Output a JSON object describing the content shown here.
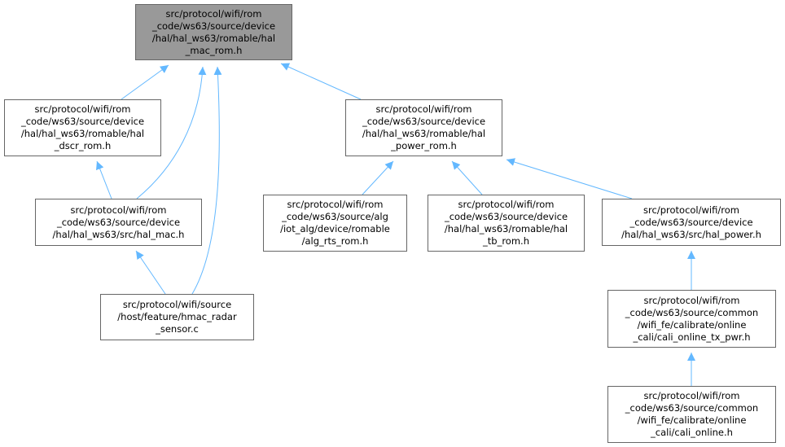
{
  "colors": {
    "edge": "#63b8ff",
    "node_border": "#666666",
    "root_fill": "#999999",
    "node_fill": "#ffffff"
  },
  "nodes": {
    "root": {
      "lines": [
        "src/protocol/wifi/rom",
        "_code/ws63/source/device",
        "/hal/hal_ws63/romable/hal",
        "_mac_rom.h"
      ]
    },
    "dscr": {
      "lines": [
        "src/protocol/wifi/rom",
        "_code/ws63/source/device",
        "/hal/hal_ws63/romable/hal",
        "_dscr_rom.h"
      ]
    },
    "power_rom": {
      "lines": [
        "src/protocol/wifi/rom",
        "_code/ws63/source/device",
        "/hal/hal_ws63/romable/hal",
        "_power_rom.h"
      ]
    },
    "hal_mac": {
      "lines": [
        "src/protocol/wifi/rom",
        "_code/ws63/source/device",
        "/hal/hal_ws63/src/hal_mac.h"
      ]
    },
    "alg_rts": {
      "lines": [
        "src/protocol/wifi/rom",
        "_code/ws63/source/alg",
        "/iot_alg/device/romable",
        "/alg_rts_rom.h"
      ]
    },
    "tb_rom": {
      "lines": [
        "src/protocol/wifi/rom",
        "_code/ws63/source/device",
        "/hal/hal_ws63/romable/hal",
        "_tb_rom.h"
      ]
    },
    "hal_power": {
      "lines": [
        "src/protocol/wifi/rom",
        "_code/ws63/source/device",
        "/hal/hal_ws63/src/hal_power.h"
      ]
    },
    "hmac_radar": {
      "lines": [
        "src/protocol/wifi/source",
        "/host/feature/hmac_radar",
        "_sensor.c"
      ]
    },
    "cali_tx_pwr": {
      "lines": [
        "src/protocol/wifi/rom",
        "_code/ws63/source/common",
        "/wifi_fe/calibrate/online",
        "_cali/cali_online_tx_pwr.h"
      ]
    },
    "cali_online": {
      "lines": [
        "src/protocol/wifi/rom",
        "_code/ws63/source/common",
        "/wifi_fe/calibrate/online",
        "_cali/cali_online.h"
      ]
    }
  },
  "edges": [
    [
      "dscr",
      "root"
    ],
    [
      "hal_mac",
      "root"
    ],
    [
      "hmac_radar",
      "root"
    ],
    [
      "power_rom",
      "root"
    ],
    [
      "hal_mac",
      "dscr"
    ],
    [
      "hmac_radar",
      "hal_mac"
    ],
    [
      "alg_rts",
      "power_rom"
    ],
    [
      "tb_rom",
      "power_rom"
    ],
    [
      "hal_power",
      "power_rom"
    ],
    [
      "cali_tx_pwr",
      "hal_power"
    ],
    [
      "cali_online",
      "cali_tx_pwr"
    ]
  ]
}
